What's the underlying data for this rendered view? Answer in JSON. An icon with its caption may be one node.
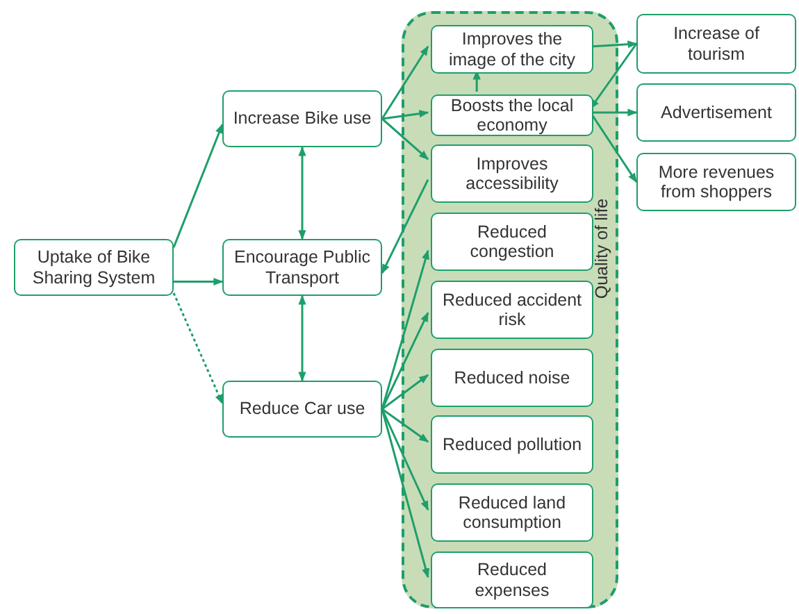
{
  "diagram": {
    "nodes": [
      {
        "text": [
          "Uptake of Bike Sharing System"
        ]
      },
      {
        "text": [
          "Increase Bike use"
        ]
      },
      {
        "text": [
          "Encourage Public Transport"
        ]
      },
      {
        "text": [
          "Reduce Car use"
        ]
      },
      {
        "text": [
          "Quality of life"
        ]
      },
      {
        "text": [
          "Improves the image of the city"
        ],
        "in": 4
      },
      {
        "text": [
          "Boosts the local economy"
        ],
        "in": 4
      },
      {
        "text": [
          "Improves accessibility"
        ],
        "in": 4
      },
      {
        "text": [
          "Reduced congestion"
        ],
        "in": 4
      },
      {
        "text": [
          "Reduced accident risk"
        ],
        "in": 4
      },
      {
        "text": [
          "Reduced noise"
        ],
        "in": 4
      },
      {
        "text": [
          "Reduced pollution"
        ],
        "in": 4
      },
      {
        "text": [
          "Reduced land consumption"
        ],
        "in": 4
      },
      {
        "text": [
          "Reduced expenses"
        ],
        "in": 4
      },
      {
        "text": [
          "Increase of tourism"
        ]
      },
      {
        "text": [
          "Advertisement"
        ]
      },
      {
        "text": [
          "More revenues from shoppers"
        ]
      }
    ],
    "edges": [
      {
        "from": 0,
        "to": 1,
        "arrow": "to"
      },
      {
        "from": 0,
        "to": 2,
        "arrow": "to"
      },
      {
        "from": 0,
        "to": 3,
        "arrow": "to",
        "style": "dashed"
      },
      {
        "from": 1,
        "to": 2,
        "arrow": "both"
      },
      {
        "from": 2,
        "to": 3,
        "arrow": "both"
      },
      {
        "from": 1,
        "to": 5,
        "arrow": "to"
      },
      {
        "from": 1,
        "to": 6,
        "arrow": "to"
      },
      {
        "from": 1,
        "to": 7,
        "arrow": "to"
      },
      {
        "from": 7,
        "to": 2,
        "arrow": "to"
      },
      {
        "from": 3,
        "to": 8,
        "arrow": "to"
      },
      {
        "from": 3,
        "to": 9,
        "arrow": "to"
      },
      {
        "from": 3,
        "to": 10,
        "arrow": "to"
      },
      {
        "from": 3,
        "to": 11,
        "arrow": "to"
      },
      {
        "from": 3,
        "to": 12,
        "arrow": "to"
      },
      {
        "from": 3,
        "to": 13,
        "arrow": "to"
      },
      {
        "from": 6,
        "to": 5,
        "arrow": "to"
      },
      {
        "from": 5,
        "to": 14,
        "arrow": "to"
      },
      {
        "from": 14,
        "to": 6,
        "arrow": "to"
      },
      {
        "from": 6,
        "to": 15,
        "arrow": "to"
      },
      {
        "from": 6,
        "to": 16,
        "arrow": "to"
      }
    ]
  }
}
